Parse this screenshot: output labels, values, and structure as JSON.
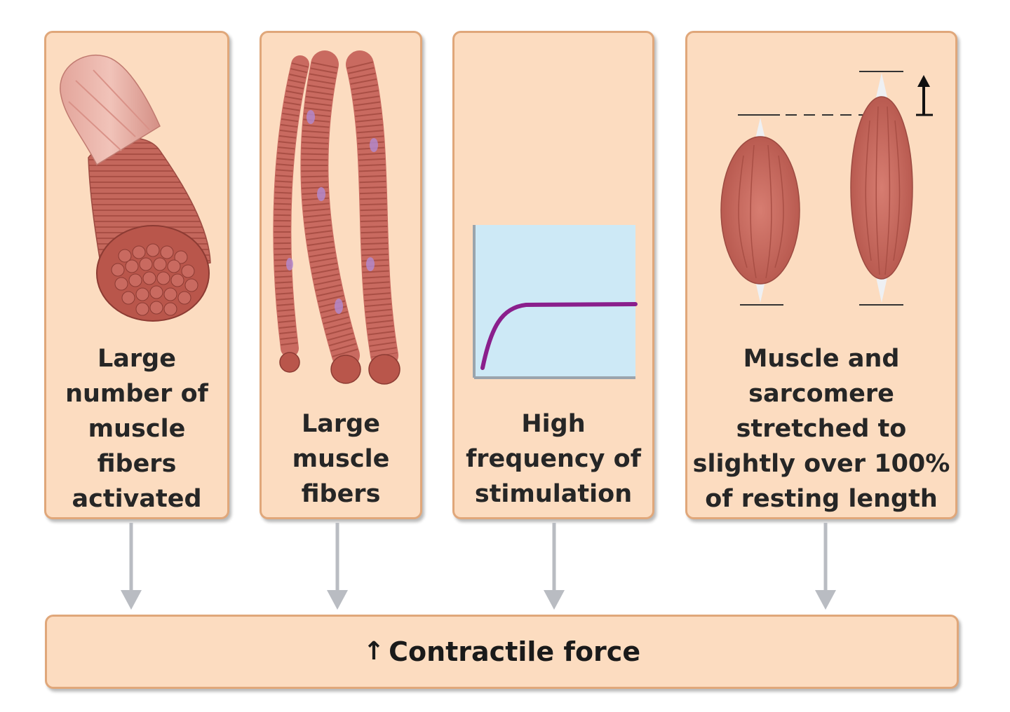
{
  "panels": [
    {
      "id": "fibers-activated",
      "caption": "Large\nnumber of\nmuscle\nfibers\nactivated",
      "icon": "muscle-fascicle-icon"
    },
    {
      "id": "large-fibers",
      "caption": "Large\nmuscle\nfibers",
      "icon": "muscle-fibers-icon"
    },
    {
      "id": "high-frequency",
      "caption": "High\nfrequency of\nstimulation",
      "icon": "tetanus-graph-icon"
    },
    {
      "id": "stretched",
      "caption": "Muscle and\nsarcomere\nstretched to\nslightly over 100%\nof resting length",
      "icon": "stretched-muscle-icon"
    }
  ],
  "result": {
    "arrow": "↑",
    "label": "Contractile force"
  },
  "colors": {
    "panel_fill": "#fcdcc0",
    "panel_border": "#e0a77a",
    "arrow_gray": "#b9bcc2",
    "muscle_red": "#c96a60",
    "graph_bg": "#cde9f6",
    "graph_curve": "#8a1f8c"
  }
}
